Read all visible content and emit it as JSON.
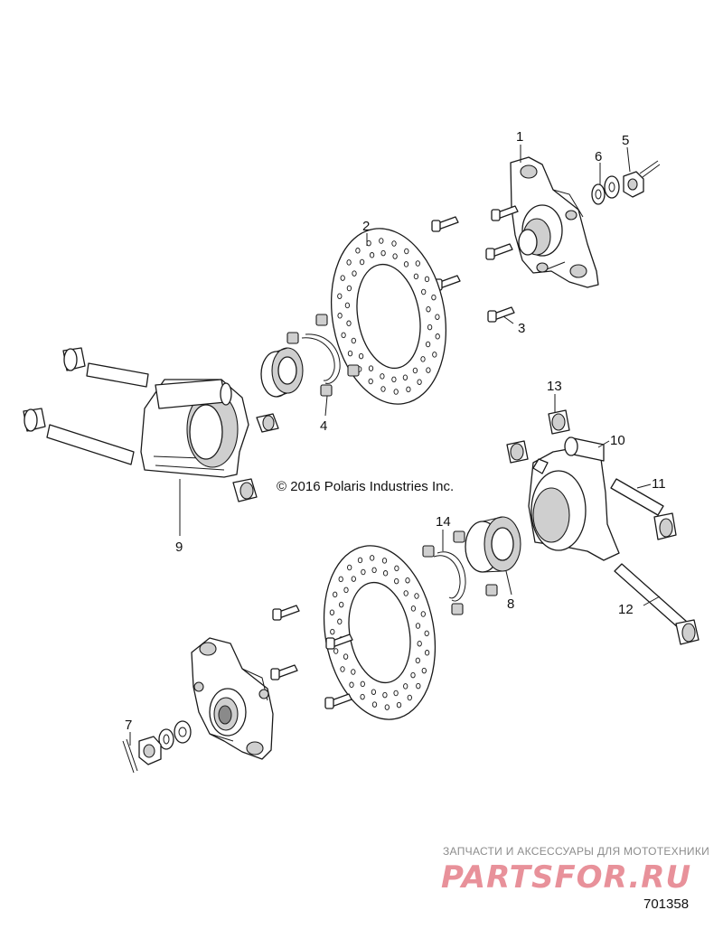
{
  "copyright": "© 2016 Polaris Industries Inc.",
  "drawing_number": "701358",
  "watermark": {
    "tagline": "ЗАПЧАСТИ И АКСЕССУАРЫ ДЛЯ МОТОТЕХНИКИ",
    "logo": "PARTSFOR.RU",
    "logo_color": "#e8919a"
  },
  "callouts": [
    {
      "num": "1"
    },
    {
      "num": "2"
    },
    {
      "num": "3"
    },
    {
      "num": "4"
    },
    {
      "num": "5"
    },
    {
      "num": "6"
    },
    {
      "num": "7"
    },
    {
      "num": "8"
    },
    {
      "num": "9"
    },
    {
      "num": "10"
    },
    {
      "num": "11"
    },
    {
      "num": "12"
    },
    {
      "num": "13"
    },
    {
      "num": "14"
    }
  ]
}
